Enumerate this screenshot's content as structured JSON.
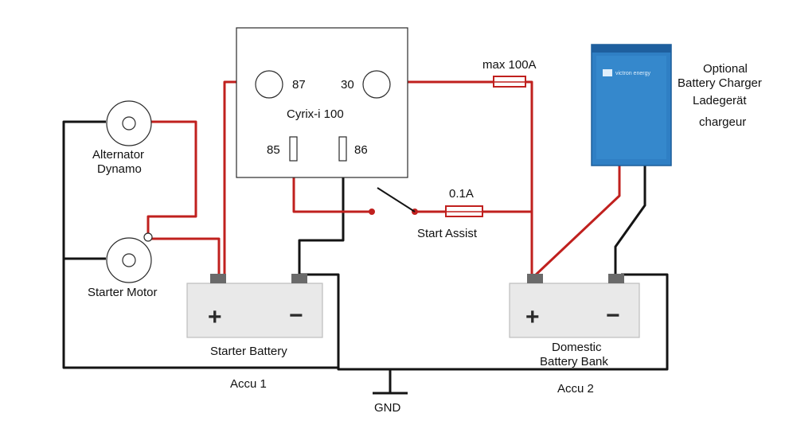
{
  "relay": {
    "name": "Cyrix-i 100",
    "pin87": "87",
    "pin30": "30",
    "pin85": "85",
    "pin86": "86"
  },
  "fuse_main": "max 100A",
  "fuse_small": "0.1A",
  "switch_label": "Start Assist",
  "alternator": {
    "line1": "Alternator",
    "line2": "Dynamo"
  },
  "starter_motor": "Starter Motor",
  "starter_battery": {
    "label": "Starter Battery",
    "plus": "+",
    "minus": "−"
  },
  "domestic_battery": {
    "line1": "Domestic",
    "line2": "Battery Bank",
    "plus": "+",
    "minus": "−"
  },
  "charger": {
    "line1": "Optional",
    "line2": "Battery Charger",
    "line3": "Ladegerät",
    "line4": "chargeur",
    "brand": "victron energy"
  },
  "accu1": "Accu 1",
  "accu2": "Accu 2",
  "gnd": "GND",
  "colors": {
    "positive_wire": "#c0201e",
    "ground_wire": "#141414",
    "charger_blue": "#2f7fc4"
  }
}
